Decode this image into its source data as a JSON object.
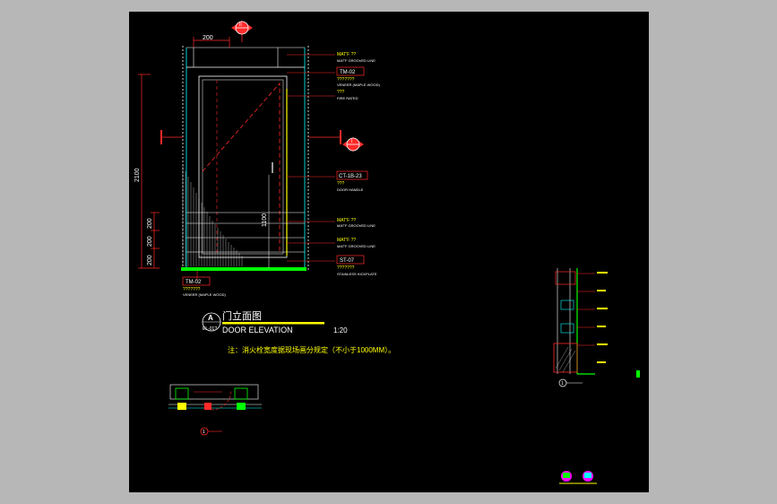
{
  "drawing": {
    "title_cn": "门立面图",
    "title_en": "DOOR ELEVATION",
    "scale": "1:20",
    "detail_symbol": {
      "letter": "A",
      "ref": "EL-01?"
    },
    "note": "注：消火栓宽度据现场画分规定（不小于1000MM）。",
    "dimensions": {
      "top_width": "200",
      "overall_height": "2100",
      "lower_1": "200",
      "lower_2": "200",
      "lower_3": "200",
      "handle_height": "1100"
    },
    "section_markers": {
      "top": "II",
      "mid": "I"
    },
    "tags": [
      {
        "code": "",
        "desc1": "MAT'F ??",
        "desc2": "MAT'F GROOVED LINE"
      },
      {
        "code": "TM-02",
        "desc1": "???????",
        "desc2": "VENEER (MAPLE WOOD)"
      },
      {
        "code": "",
        "desc1": "???",
        "desc2": "FIRE RATED"
      },
      {
        "code": "CT-1B-23",
        "desc1": "???",
        "desc2": "DOOR HANDLE"
      },
      {
        "code": "",
        "desc1": "MAT'F ??",
        "desc2": "MAT'F GROOVED LINE"
      },
      {
        "code": "",
        "desc1": "MAT'F ??",
        "desc2": "MAT'F GROOVED LINE"
      },
      {
        "code": "ST-07",
        "desc1": "???????",
        "desc2": "STAINLESS KICKPLATE"
      },
      {
        "code": "TM-02",
        "desc1": "???????",
        "desc2": "VENEER (MAPLE WOOD)"
      }
    ],
    "plan_label": "1",
    "section_label": "1"
  },
  "colors": {
    "background": "#000000",
    "frame": "#b7b7b7",
    "red": "#ff2a2a",
    "yellow": "#ffff00",
    "cyan": "#00ffff",
    "green": "#00ff00",
    "white": "#ffffff",
    "magenta": "#ff00ff"
  }
}
